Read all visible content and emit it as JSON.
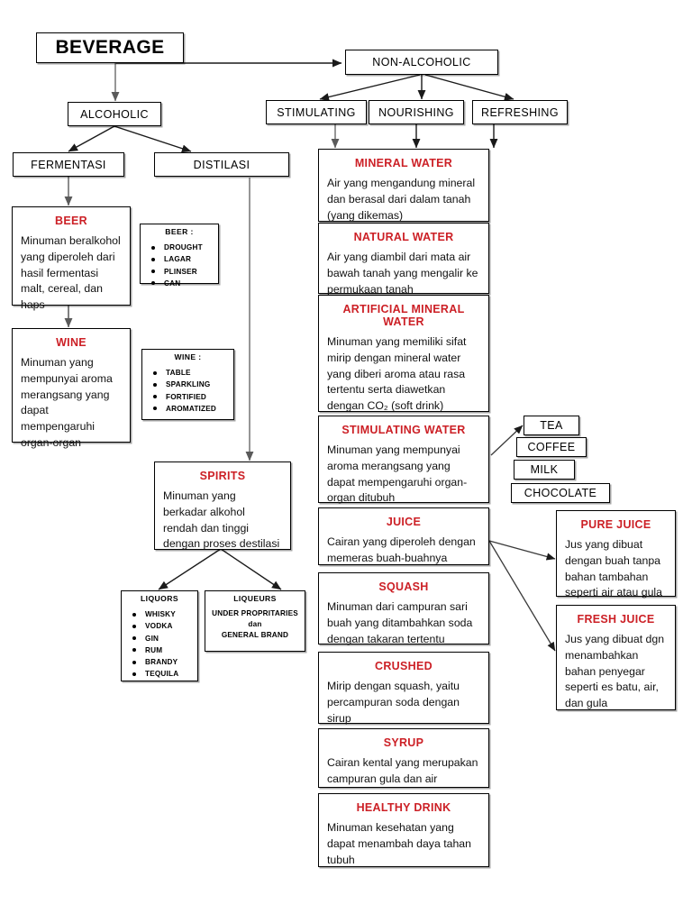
{
  "title": "Beverage Classification Chart",
  "colors": {
    "heading_red": "#cc2026",
    "box_border": "#000000",
    "background": "#ffffff"
  },
  "root": {
    "label": "BEVERAGE"
  },
  "branches": {
    "alcoholic": "ALCOHOLIC",
    "non_alcoholic": "NON-ALCOHOLIC"
  },
  "alcoholic_methods": {
    "fermentasi": "FERMENTASI",
    "distilasi": "DISTILASI"
  },
  "non_alcoholic_types": {
    "stimulating": "STIMULATING",
    "nourishing": "NOURISHING",
    "refreshing": "REFRESHING"
  },
  "fermented": [
    {
      "title": "BEER",
      "body": "Minuman beralkohol yang diperoleh dari hasil fermentasi malt, cereal, dan haps"
    },
    {
      "title": "WINE",
      "body": "Minuman yang mempunyai aroma merangsang yang dapat mempengaruhi organ-organ"
    }
  ],
  "lists": [
    {
      "title": "BEER :",
      "items": [
        "DROUGHT",
        "LAGAR",
        "PLINSER",
        "CAN"
      ]
    },
    {
      "title": "WINE :",
      "items": [
        "TABLE",
        "SPARKLING",
        "FORTIFIED",
        "AROMATIZED"
      ]
    },
    {
      "title": "LIQUORS",
      "items": [
        "WHISKY",
        "VODKA",
        "GIN",
        "RUM",
        "BRANDY",
        "TEQUILA"
      ]
    }
  ],
  "spirits": {
    "title": "SPIRITS",
    "body": "Minuman yang berkadar alkohol rendah dan tinggi dengan proses destilasi"
  },
  "liqueurs": {
    "title": "LIQUEURS",
    "line1": "UNDER PROPRITARIES",
    "line2": "dan",
    "line3": "GENERAL BRAND"
  },
  "water_cards": [
    {
      "title": "MINERAL WATER",
      "body": "Air yang mengandung mineral dan berasal dari dalam tanah (yang dikemas)"
    },
    {
      "title": "NATURAL WATER",
      "body": "Air yang diambil dari mata air bawah tanah yang mengalir ke permukaan tanah"
    },
    {
      "title": "ARTIFICIAL MINERAL WATER",
      "body": "Minuman yang memiliki sifat mirip dengan mineral water yang diberi aroma atau rasa tertentu serta diawetkan dengan CO₂ (soft drink)"
    },
    {
      "title": "STIMULATING WATER",
      "body": "Minuman yang mempunyai aroma merangsang yang dapat mempengaruhi organ-organ ditubuh"
    },
    {
      "title": "JUICE",
      "body": "Cairan yang diperoleh dengan memeras buah-buahnya"
    },
    {
      "title": "SQUASH",
      "body": "Minuman dari campuran sari buah yang ditambahkan soda dengan takaran tertentu"
    },
    {
      "title": "CRUSHED",
      "body": "Mirip dengan squash, yaitu percampuran soda dengan sirup"
    },
    {
      "title": "SYRUP",
      "body": "Cairan kental yang merupakan campuran gula dan air"
    },
    {
      "title": "HEALTHY DRINK",
      "body": "Minuman kesehatan yang dapat menambah daya tahan tubuh"
    }
  ],
  "stimulating_items": [
    "TEA",
    "COFFEE",
    "MILK",
    "CHOCOLATE"
  ],
  "juice_cards": [
    {
      "title": "PURE JUICE",
      "body": "Jus yang dibuat dengan buah tanpa bahan tambahan seperti air atau gula"
    },
    {
      "title": "FRESH JUICE",
      "body": "Jus yang dibuat dgn menambahkan bahan penyegar seperti es batu, air, dan gula"
    }
  ]
}
